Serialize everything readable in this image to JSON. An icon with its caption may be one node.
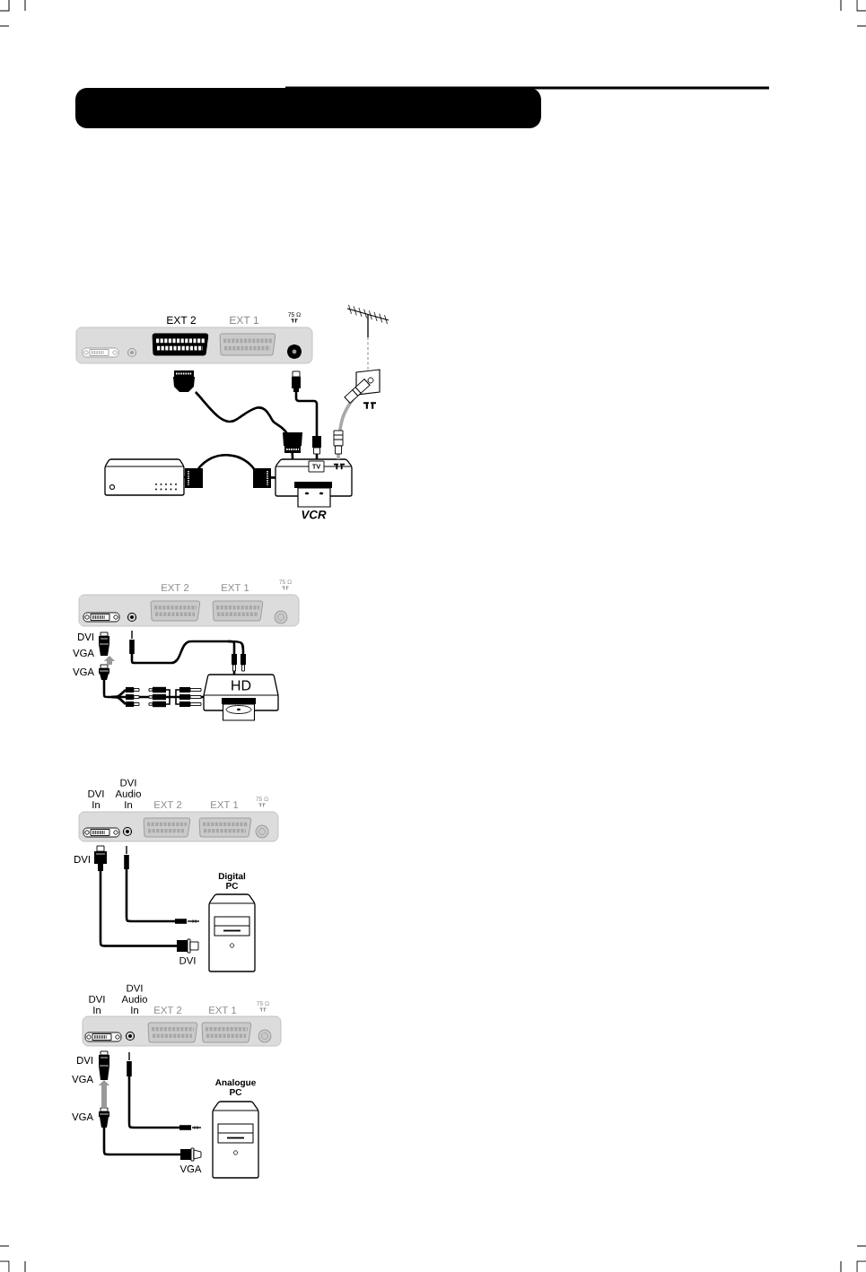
{
  "diagram": {
    "nodes": [
      {
        "text": [],
        "shape": "bar"
      },
      {
        "text": [],
        "shape": "picture"
      },
      {
        "text": [],
        "shape": "box"
      },
      {
        "text": [],
        "shape": "box"
      },
      {
        "text": [],
        "shape": "box"
      },
      {
        "text": [],
        "shape": "box"
      },
      {
        "text": [
          "VCR"
        ]
      },
      {
        "text": [
          "TV"
        ],
        "in": 6
      },
      {
        "text": [
          "DVI",
          "VGA"
        ]
      },
      {
        "text": [],
        "shape": "box"
      },
      {
        "text": [
          "VGA"
        ]
      },
      {
        "text": [
          "HD"
        ]
      },
      {
        "text": [
          "DVI"
        ]
      },
      {
        "text": [],
        "shape": "box"
      },
      {
        "text": [
          "Digital PC"
        ]
      },
      {
        "text": [
          "DVI"
        ]
      },
      {
        "text": [],
        "shape": "box"
      },
      {
        "text": [
          "DVI",
          "VGA"
        ]
      },
      {
        "text": [],
        "shape": "box"
      },
      {
        "text": [
          "VGA"
        ]
      },
      {
        "text": [
          "Analogue PC"
        ]
      },
      {
        "text": [
          "VGA"
        ]
      },
      {
        "text": [],
        "shape": "box"
      }
    ],
    "edges": [
      {
        "from": 1,
        "to": 4,
        "arrow": "none",
        "style": "dashed",
        "color": "#999999"
      },
      {
        "from": 2,
        "to": 6,
        "arrow": "none"
      },
      {
        "from": 3,
        "to": 6,
        "arrow": "other"
      },
      {
        "from": 4,
        "to": 6,
        "arrow": "none",
        "color": "#a8a8a8"
      },
      {
        "from": 5,
        "to": 6,
        "arrow": "other"
      },
      {
        "from": 10,
        "to": 8,
        "arrow": "to",
        "style": "thick",
        "color": "#999999"
      },
      {
        "from": 9,
        "to": 11,
        "arrow": "other"
      },
      {
        "from": 10,
        "to": 11,
        "arrow": "other"
      },
      {
        "from": 12,
        "to": 15,
        "arrow": "none"
      },
      {
        "from": 13,
        "to": 16,
        "arrow": "none"
      },
      {
        "from": 19,
        "to": 17,
        "arrow": "to",
        "style": "thick",
        "color": "#999999"
      },
      {
        "from": 18,
        "to": 22,
        "arrow": "none"
      },
      {
        "from": 19,
        "to": 21,
        "arrow": "none"
      }
    ],
    "labels": [
      "EXT 2",
      "EXT 1",
      "75 Ω",
      "EXT 2",
      "EXT 1",
      "75 Ω",
      "DVI In",
      "DVI Audio In",
      "EXT 2",
      "EXT 1",
      "75 Ω",
      "DVI In",
      "DVI Audio In",
      "EXT 2",
      "EXT 1",
      "75 Ω"
    ]
  }
}
